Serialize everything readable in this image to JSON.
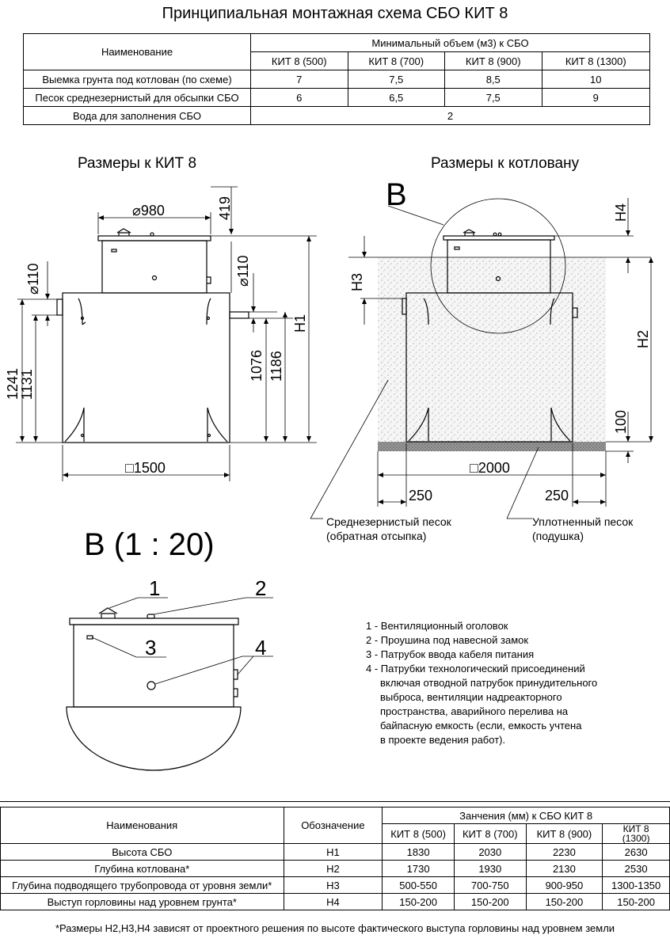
{
  "title": "Принципиальная монтажная схема СБО КИТ 8",
  "table1": {
    "header_name": "Наименование",
    "header_group": "Минимальный объем (м3) к СБО",
    "columns": [
      "КИТ 8 (500)",
      "КИТ 8 (700)",
      "КИТ 8 (900)",
      "КИТ 8 (1300)"
    ],
    "rows": [
      {
        "name": "Выемка грунта под котлован (по схеме)",
        "values": [
          "7",
          "7,5",
          "8,5",
          "10"
        ]
      },
      {
        "name": "Песок среднезернистый для обсыпки СБО",
        "values": [
          "6",
          "6,5",
          "7,5",
          "9"
        ]
      }
    ],
    "water_row": {
      "name": "Вода для заполнения СБО",
      "value": "2"
    }
  },
  "section_left_title": "Размеры к КИТ 8",
  "section_right_title": "Размеры к котловану",
  "dims_left": {
    "d980": "980",
    "d419": "419",
    "d110_left": "110",
    "d110_right": "110",
    "H1": "H1",
    "d1241": "1241",
    "d1131": "1131",
    "d1076": "1076",
    "d1186": "1186",
    "d1500": "1500"
  },
  "dims_right": {
    "B": "В",
    "H4": "H4",
    "H3": "H3",
    "H2": "H2",
    "d100": "100",
    "d2000": "2000",
    "d250_left": "250",
    "d250_right": "250"
  },
  "labels": {
    "sand_back_1": "Среднезернистый песок",
    "sand_back_2": "(обратная отсыпка)",
    "sand_pad_1": "Уплотненный песок",
    "sand_pad_2": "(подушка)"
  },
  "detail_title": "В (1 : 20)",
  "callouts": [
    "1",
    "2",
    "3",
    "4"
  ],
  "legend": [
    "1 - Вентиляционный оголовок",
    "2 - Проушина под навесной замок",
    "3 - Патрубок ввода кабеля питания",
    "4 - Патрубки технологический присоединений",
    "включая отводной патрубок принудительного",
    "выброса, вентиляции надреакторного",
    "пространства, аварийного перелива на",
    "байпасную емкость (если, емкость учтена",
    "в проекте ведения работ)."
  ],
  "table2": {
    "header_name": "Наименования",
    "header_code": "Обозначение",
    "header_group": "Занчения (мм) к СБО КИТ 8",
    "columns": [
      "КИТ 8 (500)",
      "КИТ 8 (700)",
      "КИТ 8 (900)"
    ],
    "last_col_1": "КИТ 8",
    "last_col_2": "(1300)",
    "rows": [
      {
        "name": "Высота СБО",
        "code": "H1",
        "values": [
          "1830",
          "2030",
          "2230",
          "2630"
        ]
      },
      {
        "name": "Глубина котлована*",
        "code": "H2",
        "values": [
          "1730",
          "1930",
          "2130",
          "2530"
        ]
      },
      {
        "name": "Глубина подводящего трубопровода от уровня земли*",
        "code": "H3",
        "values": [
          "500-550",
          "700-750",
          "900-950",
          "1300-1350"
        ]
      },
      {
        "name": "Выступ горловины над уровнем грунта*",
        "code": "H4",
        "values": [
          "150-200",
          "150-200",
          "150-200",
          "150-200"
        ]
      }
    ]
  },
  "footer": "*Размеры H2,H3,H4 зависят от проектного решения по высоте фактического выступа горловины над уровнем земли"
}
